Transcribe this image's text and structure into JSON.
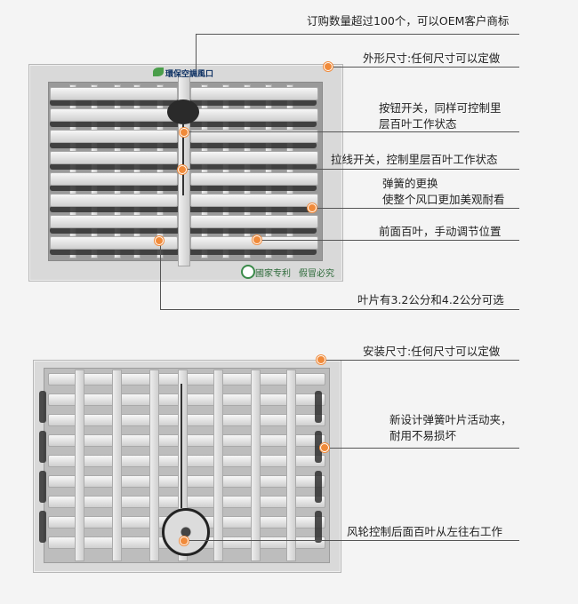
{
  "annotations_top": [
    {
      "id": "a1",
      "text": "订购数量超过100个，可以OEM客户商标"
    },
    {
      "id": "a2",
      "text": "外形尺寸:任何尺寸可以定做"
    },
    {
      "id": "a3",
      "lines": [
        "按钮开关，同样可控制里",
        "层百叶工作状态"
      ]
    },
    {
      "id": "a4",
      "text": "拉线开关，控制里层百叶工作状态"
    },
    {
      "id": "a5",
      "lines": [
        "弹簧的更换",
        "使整个风口更加美观耐看"
      ]
    },
    {
      "id": "a6",
      "text": "前面百叶，手动调节位置"
    },
    {
      "id": "a7",
      "text": "叶片有3.2公分和4.2公分可选"
    }
  ],
  "annotations_bottom": [
    {
      "id": "b1",
      "text": "安装尺寸:任何尺寸可以定做"
    },
    {
      "id": "b2",
      "lines": [
        "新设计弹簧叶片活动夹，",
        "耐用不易损坏"
      ]
    },
    {
      "id": "b3",
      "text": "风轮控制后面百叶从左往右工作"
    }
  ],
  "product_logo": {
    "text": "環保空調風口"
  },
  "badge": {
    "left": "國家专利",
    "right": "假冒必究"
  },
  "colors": {
    "accent": "#f08a3a",
    "frame": "#d9d9d9",
    "line": "#555555"
  }
}
